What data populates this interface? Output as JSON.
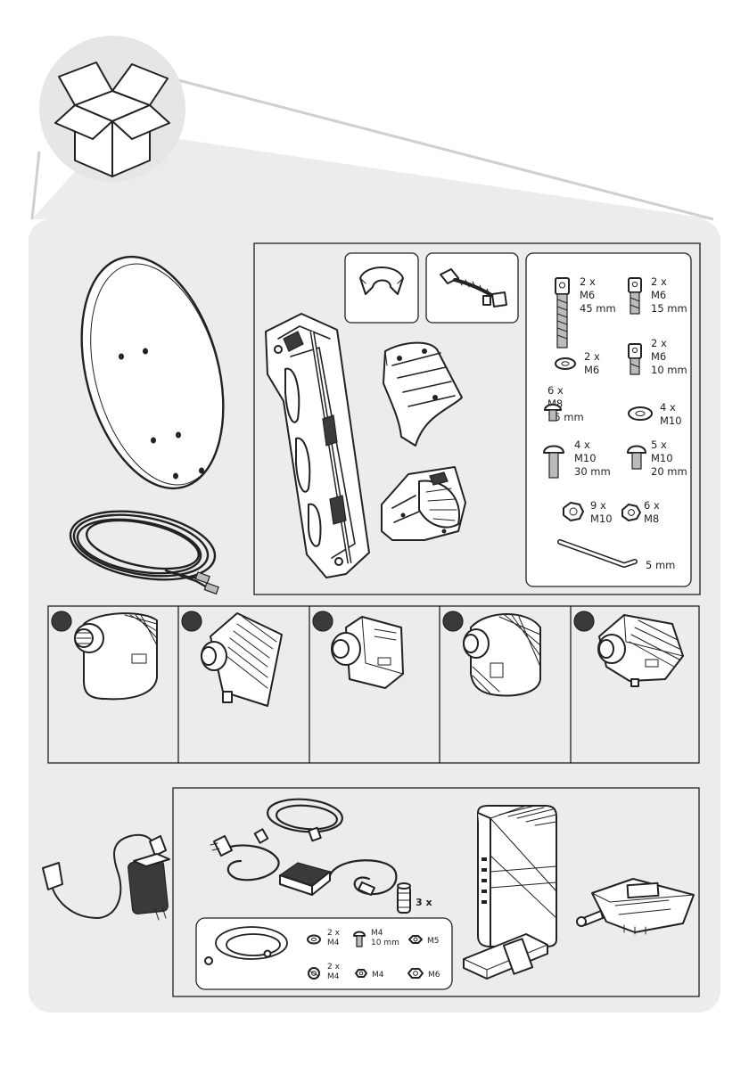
{
  "colors": {
    "background": "#ffffff",
    "panel_fill": "#ececec",
    "line_art": "#222222",
    "lnb_badge": "#3a3a3a"
  },
  "icons": [
    "open-box-icon"
  ],
  "hardware_labels": {
    "screw_m6_45": {
      "qty": "2 x",
      "size": "M6",
      "length": "45 mm"
    },
    "screw_m6_15": {
      "qty": "2 x",
      "size": "M6",
      "length": "15 mm"
    },
    "washer_m6": {
      "qty": "2 x",
      "size": "M6"
    },
    "screw_m6_10": {
      "qty": "2 x",
      "size": "M6",
      "length": "10 mm"
    },
    "bolt_m8_15": {
      "qty": "6 x",
      "size": "M8",
      "length": "15 mm"
    },
    "washer_m10": {
      "qty": "4 x",
      "size": "M10"
    },
    "bolt_m10_30": {
      "qty": "4 x",
      "size": "M10",
      "length": "30 mm"
    },
    "bolt_m10_20": {
      "qty": "5 x",
      "size": "M10",
      "length": "20 mm"
    },
    "nut_m10": {
      "qty": "9 x",
      "size": "M10"
    },
    "nut_m8": {
      "qty": "6 x",
      "size": "M8"
    },
    "hex_key": {
      "length": "5 mm"
    }
  },
  "lnb_options": [
    {
      "id": "lnb-1"
    },
    {
      "id": "lnb-2"
    },
    {
      "id": "lnb-3"
    },
    {
      "id": "lnb-4"
    },
    {
      "id": "lnb-5"
    }
  ],
  "modem_kit": {
    "plug_qty": "3 x",
    "small_parts": {
      "washer_m4": {
        "qty": "2 x",
        "size": "M4"
      },
      "screw_m4": {
        "size": "M4",
        "length": "10 mm"
      },
      "nut_m5": {
        "size": "M5"
      },
      "lock_washer_m4": {
        "qty": "2 x",
        "size": "M4"
      },
      "nut_m4": {
        "size": "M4"
      },
      "nut_m6": {
        "size": "M6"
      }
    }
  }
}
